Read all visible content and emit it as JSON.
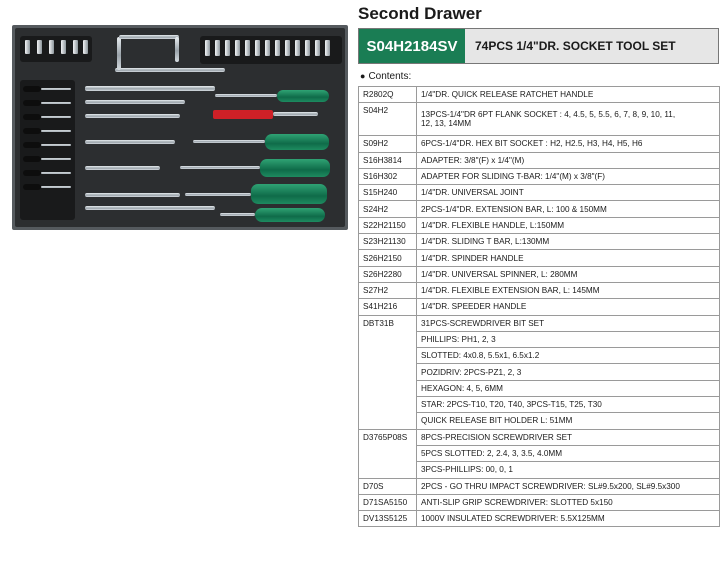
{
  "heading": {
    "drawer_title": "Second Drawer",
    "set_code": "S04H2184SV",
    "set_name": "74PCS 1/4\"DR. SOCKET TOOL SET",
    "code_color": "#1a7d54"
  },
  "contents_label": "Contents:",
  "rows": [
    {
      "code": "R2802Q",
      "lines": [
        "1/4\"DR. QUICK RELEASE RATCHET HANDLE"
      ]
    },
    {
      "code": "S04H2",
      "lines": [
        "13PCS-1/4\"DR 6PT FLANK SOCKET : 4, 4.5, 5, 5.5, 6, 7, 8, 9, 10, 11,",
        "12, 13, 14MM"
      ]
    },
    {
      "code": "S09H2",
      "lines": [
        "6PCS-1/4\"DR. HEX BIT SOCKET : H2, H2.5, H3, H4, H5, H6"
      ]
    },
    {
      "code": "S16H3814",
      "lines": [
        "ADAPTER: 3/8\"(F) x 1/4\"(M)"
      ]
    },
    {
      "code": "S16H302",
      "lines": [
        "ADAPTER FOR SLIDING T-BAR: 1/4\"(M) x 3/8\"(F)"
      ]
    },
    {
      "code": "S15H240",
      "lines": [
        "1/4\"DR. UNIVERSAL JOINT"
      ]
    },
    {
      "code": "S24H2",
      "lines": [
        "2PCS-1/4\"DR. EXTENSION BAR, L: 100 & 150MM"
      ]
    },
    {
      "code": "S22H21150",
      "lines": [
        "1/4\"DR. FLEXIBLE HANDLE, L:150MM"
      ]
    },
    {
      "code": "S23H21130",
      "lines": [
        "1/4\"DR. SLIDING T BAR, L:130MM"
      ]
    },
    {
      "code": "S26H2150",
      "lines": [
        "1/4\"DR. SPINDER HANDLE"
      ]
    },
    {
      "code": "S26H2280",
      "lines": [
        "1/4\"DR. UNIVERSAL SPINNER, L: 280MM"
      ]
    },
    {
      "code": "S27H2",
      "lines": [
        "1/4\"DR. FLEXIBLE EXTENSION BAR, L: 145MM"
      ]
    },
    {
      "code": "S41H216",
      "lines": [
        "1/4\"DR. SPEEDER  HANDLE"
      ]
    }
  ],
  "group_dbt": {
    "code": "DBT31B",
    "first": "31PCS-SCREWDRIVER BIT SET",
    "subs": [
      "PHILLIPS: PH1, 2, 3",
      "SLOTTED: 4x0.8, 5.5x1, 6.5x1.2",
      "POZIDRIV: 2PCS-PZ1, 2, 3",
      "HEXAGON: 4, 5, 6MM",
      "STAR: 2PCS-T10, T20, T40, 3PCS-T15, T25, T30",
      "QUICK RELEASE BIT HOLDER L: 51MM"
    ]
  },
  "group_d37": {
    "code": "D3765P08S",
    "first": "8PCS-PRECISION SCREWDRIVER SET",
    "subs": [
      "5PCS SLOTTED: 2, 2.4, 3, 3.5, 4.0MM",
      "3PCS-PHILLIPS: 00, 0, 1"
    ]
  },
  "tail_rows": [
    {
      "code": "D70S",
      "text": "2PCS - GO THRU IMPACT SCREWDRIVER: SL#9.5x200, SL#9.5x300"
    },
    {
      "code": "D71SA5150",
      "text": "ANTI-SLIP GRIP SCREWDRIVER: SLOTTED 5x150"
    },
    {
      "code": "DV13S5125",
      "text": "1000V INSULATED SCREWDRIVER: 5.5X125MM"
    }
  ]
}
